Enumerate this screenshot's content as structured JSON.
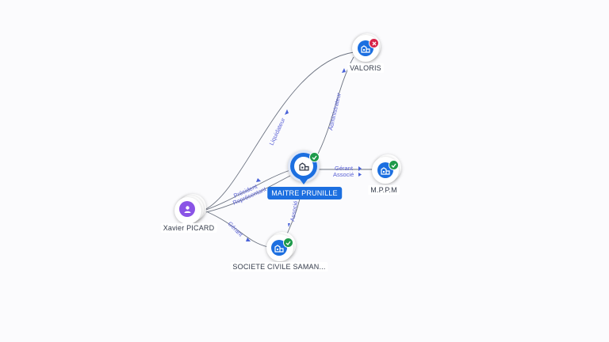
{
  "colors": {
    "company_icon": "#1c6fe0",
    "person_icon": "#8a54e6",
    "status_ok": "#1e9a4a",
    "status_ko": "#d8244a",
    "edge_label": "#5b62d6",
    "main_label_bg": "#1c6fe0"
  },
  "nodes": {
    "main": {
      "label": "MAITRE PRUNILLE",
      "icon": "building-icon",
      "status": "ok"
    },
    "valoris": {
      "label": "VALORIS",
      "icon": "building-icon",
      "status": "ko"
    },
    "mppm": {
      "label": "M.P.P.M",
      "icon": "building-icon",
      "status": "ok"
    },
    "person": {
      "label": "Xavier PICARD",
      "icon": "person-icon"
    },
    "societe": {
      "label": "SOCIETE CIVILE SAMAN...",
      "icon": "building-icon",
      "status": "ok"
    }
  },
  "edges": {
    "liquidateur": "Liquidateur",
    "administrateur": "Administrateur",
    "gerant_mppm": "Gérant",
    "associe_mppm": "Associé",
    "president": "Président",
    "representant": "Représentant",
    "associe_societe": "Associé",
    "gerant_societe": "Gérant"
  }
}
